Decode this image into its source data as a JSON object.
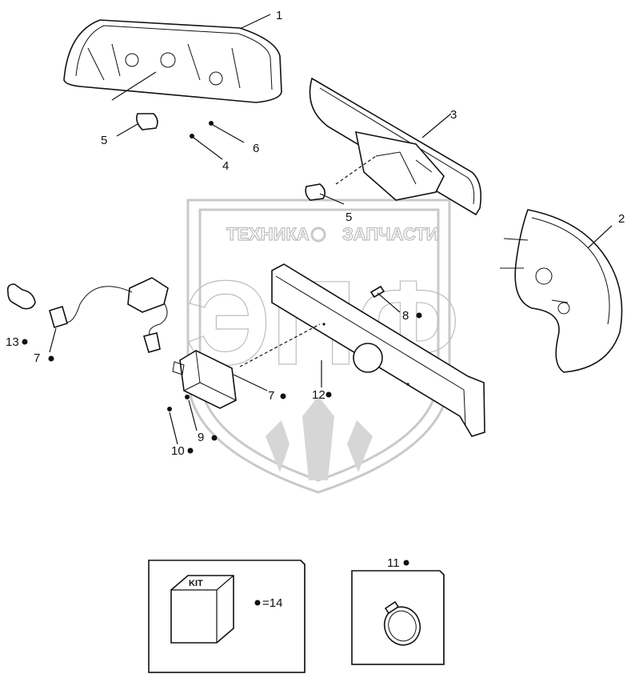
{
  "watermark": {
    "top_left": "ТЕХНИКА",
    "top_right": "ЗАПЧАСТИ",
    "big_letters": "ЭПФ"
  },
  "callouts": [
    {
      "id": "c1",
      "label": "1",
      "has_dot": false
    },
    {
      "id": "c2",
      "label": "2",
      "has_dot": false
    },
    {
      "id": "c3",
      "label": "3",
      "has_dot": false
    },
    {
      "id": "c4",
      "label": "4",
      "has_dot": false
    },
    {
      "id": "c5a",
      "label": "5",
      "has_dot": false
    },
    {
      "id": "c5b",
      "label": "5",
      "has_dot": false
    },
    {
      "id": "c6",
      "label": "6",
      "has_dot": false
    },
    {
      "id": "c7a",
      "label": "7",
      "has_dot": true
    },
    {
      "id": "c7b",
      "label": "7",
      "has_dot": true
    },
    {
      "id": "c8",
      "label": "8",
      "has_dot": true
    },
    {
      "id": "c9",
      "label": "9",
      "has_dot": true
    },
    {
      "id": "c10",
      "label": "10",
      "has_dot": true
    },
    {
      "id": "c11",
      "label": "11",
      "has_dot": true
    },
    {
      "id": "c12",
      "label": "12",
      "has_dot": true
    },
    {
      "id": "c13",
      "label": "13",
      "has_dot": true
    }
  ],
  "kit_box": {
    "cube_label": "KIT",
    "legend_text": "=14"
  }
}
